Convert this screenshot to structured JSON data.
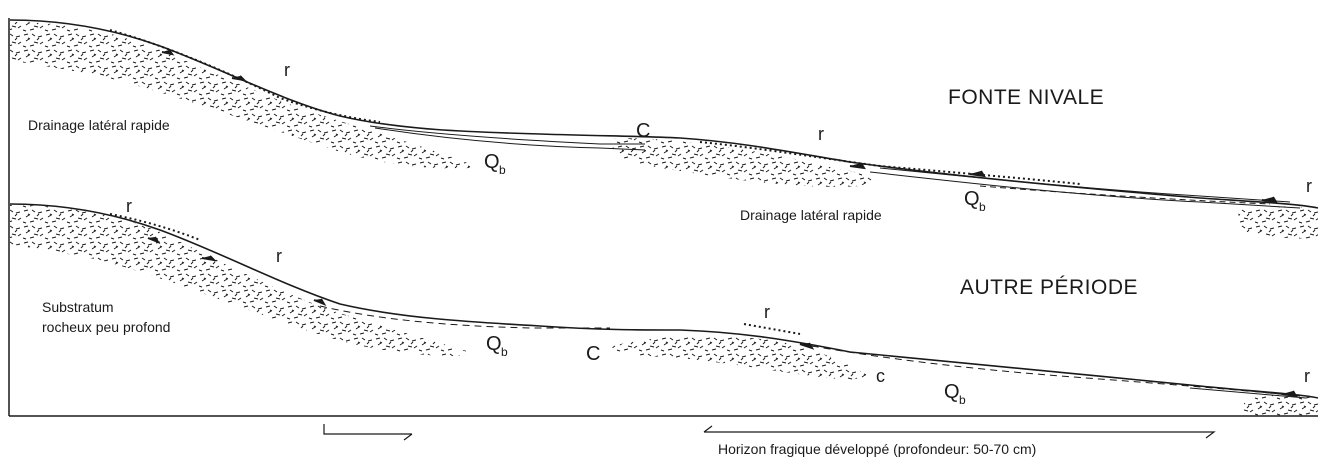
{
  "top_panel": {
    "title": "FONTE NIVALE",
    "label_left": "Drainage latéral rapide",
    "label_right": "Drainage latéral rapide",
    "r_label": "r",
    "c_label": "C",
    "qb_main": "Q",
    "qb_sub": "b"
  },
  "bottom_panel": {
    "title": "AUTRE PÉRIODE",
    "label_left_line1": "Substratum",
    "label_left_line2": "rocheux peu profond",
    "r_label": "r",
    "c_label": "C",
    "c_small_label": "c",
    "qb_main": "Q",
    "qb_sub": "b"
  },
  "footer": {
    "caption": "Horizon fragique développé (profondeur: 50-70 cm)"
  },
  "colors": {
    "ink": "#1a1a1a",
    "background": "#ffffff"
  }
}
